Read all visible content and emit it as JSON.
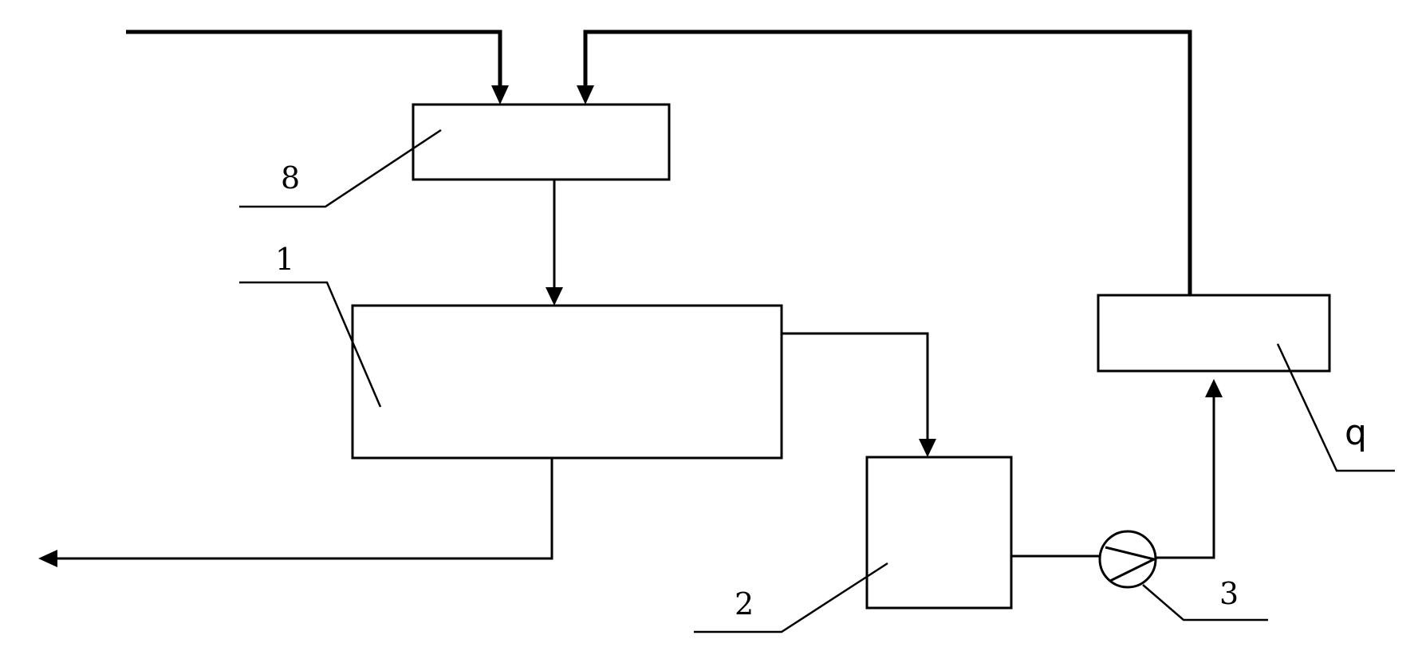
{
  "diagram": {
    "components": [
      {
        "id": "1",
        "label": "1"
      },
      {
        "id": "2",
        "label": "2"
      },
      {
        "id": "3",
        "label": "3"
      },
      {
        "id": "8",
        "label": "8"
      },
      {
        "id": "9",
        "label": "q"
      }
    ],
    "colors": {
      "line": "#000000",
      "background": "#ffffff"
    }
  }
}
